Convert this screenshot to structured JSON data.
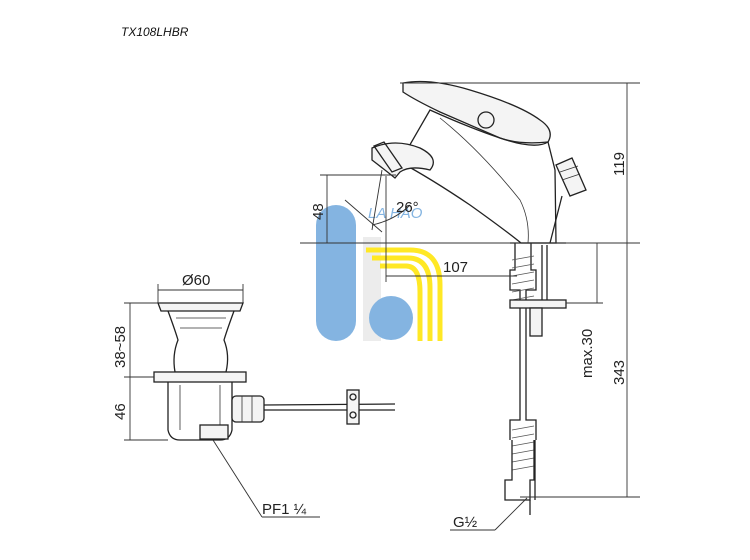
{
  "model_code": "TX108LHBR",
  "watermark": {
    "text": "LA HAO",
    "colors": {
      "blue": "#5b9bd5",
      "yellow": "#ffe400"
    }
  },
  "dimensions": {
    "drain_diameter": "Ø60",
    "drain_height_range": "38~58",
    "drain_lower_height": "46",
    "drain_thread": "PF1 ¼",
    "spout_height": "48",
    "spout_angle": "26°",
    "spout_reach": "107",
    "handle_height": "119",
    "max_deck_thickness": "max.30",
    "total_below": "343",
    "supply_thread": "G½"
  }
}
